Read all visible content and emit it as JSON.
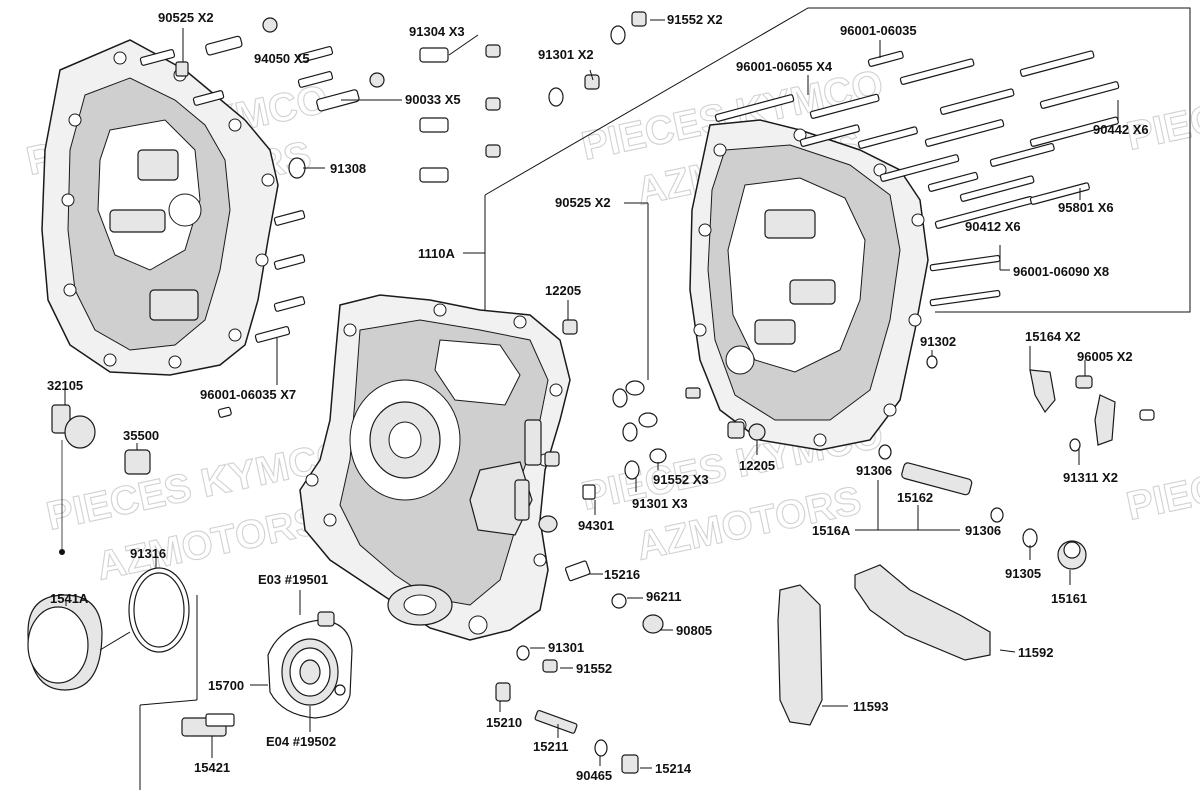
{
  "watermarks": [
    "PIECES KYMCO",
    "AZMOTORS",
    "PIECES KYMCO",
    "AZMOTORS",
    "PIECES KYMCO",
    "AZMOTORS",
    "PIECES",
    "PIECES KYMCO",
    "AZMOTORS",
    "PIECES KYMCO"
  ],
  "labels": [
    {
      "id": "90525-x2-top",
      "text": "90525  X2"
    },
    {
      "id": "94050-x5",
      "text": "94050  X5"
    },
    {
      "id": "91304-x3",
      "text": "91304  X3"
    },
    {
      "id": "91552-x2-top",
      "text": "91552  X2"
    },
    {
      "id": "91301-x2",
      "text": "91301  X2"
    },
    {
      "id": "90033-x5",
      "text": "90033  X5"
    },
    {
      "id": "91308",
      "text": "91308"
    },
    {
      "id": "96001-06035",
      "text": "96001-06035"
    },
    {
      "id": "96001-06055-x4",
      "text": "96001-06055  X4"
    },
    {
      "id": "90442-x6",
      "text": "90442  X6"
    },
    {
      "id": "90525-x2-mid",
      "text": "90525  X2"
    },
    {
      "id": "95801-x6",
      "text": "95801    X6"
    },
    {
      "id": "90412-x6",
      "text": "90412  X6"
    },
    {
      "id": "96001-06090-x8",
      "text": "96001-06090  X8"
    },
    {
      "id": "1110a",
      "text": "1110A"
    },
    {
      "id": "12205-top",
      "text": "12205"
    },
    {
      "id": "91302",
      "text": "91302"
    },
    {
      "id": "15164-x2",
      "text": "15164  X2"
    },
    {
      "id": "96005-x2",
      "text": "96005   X2"
    },
    {
      "id": "96001-06035-x7",
      "text": "96001-06035  X7"
    },
    {
      "id": "32105",
      "text": "32105"
    },
    {
      "id": "35500",
      "text": "35500"
    },
    {
      "id": "12205-mid",
      "text": "12205"
    },
    {
      "id": "91552-x3",
      "text": "91552  X3"
    },
    {
      "id": "91301-x3",
      "text": "91301  X3"
    },
    {
      "id": "91306-top",
      "text": "91306"
    },
    {
      "id": "15162",
      "text": "15162"
    },
    {
      "id": "91311-x2",
      "text": "91311     X2"
    },
    {
      "id": "94301",
      "text": "94301"
    },
    {
      "id": "1516a",
      "text": "1516A"
    },
    {
      "id": "91306-bottom",
      "text": "91306"
    },
    {
      "id": "91316",
      "text": "91316"
    },
    {
      "id": "15216",
      "text": "15216"
    },
    {
      "id": "91305",
      "text": "91305"
    },
    {
      "id": "e03-19501",
      "text": "E03 #19501"
    },
    {
      "id": "15161",
      "text": "15161"
    },
    {
      "id": "1541a",
      "text": "1541A"
    },
    {
      "id": "96211",
      "text": "96211"
    },
    {
      "id": "90805",
      "text": "90805"
    },
    {
      "id": "91301-bottom",
      "text": "91301"
    },
    {
      "id": "11592",
      "text": "11592"
    },
    {
      "id": "91552-bottom",
      "text": "91552"
    },
    {
      "id": "15700",
      "text": "15700"
    },
    {
      "id": "11593",
      "text": "11593"
    },
    {
      "id": "15210",
      "text": "15210"
    },
    {
      "id": "e04-19502",
      "text": "E04 #19502"
    },
    {
      "id": "15211",
      "text": "15211"
    },
    {
      "id": "15421",
      "text": "15421"
    },
    {
      "id": "90465",
      "text": "90465"
    },
    {
      "id": "15214",
      "text": "15214"
    }
  ]
}
